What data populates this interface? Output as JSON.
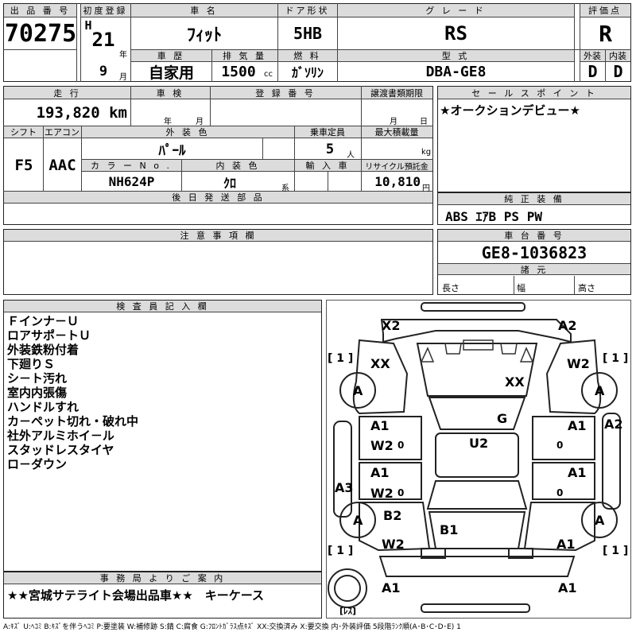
{
  "header_labels": {
    "lot_no": "出 品 番 号",
    "first_reg": "初度登録",
    "car_name": "車 名",
    "door": "ドア形状",
    "grade": "グ レ ー ド",
    "score": "評価点",
    "history": "車 歴",
    "displacement": "排 気 量",
    "fuel": "燃 料",
    "model": "型 式",
    "exterior": "外装",
    "interior": "内装"
  },
  "lot_no": "70275",
  "era_letter": "H",
  "first_reg_year": "21",
  "year_unit": "年",
  "first_reg_month": "9",
  "month_unit": "月",
  "car_name": "ﾌｨｯﾄ",
  "door_type": "5HB",
  "grade": "RS",
  "score": "R",
  "history": "自家用",
  "displacement": "1500",
  "displacement_unit": "cc",
  "fuel": "ｶﾞｿﾘﾝ",
  "model_code": "DBA-GE8",
  "exterior_grade": "D",
  "interior_grade": "D",
  "row2_labels": {
    "mileage": "走 行",
    "inspection": "車 検",
    "reg_no": "登 録 番 号",
    "transfer": "譲渡書類期限",
    "sales_point": "セ ー ル ス ポ イ ン ト"
  },
  "mileage": "193,820",
  "mileage_unit": "km",
  "inspection_year_unit": "年",
  "inspection_month_unit": "月",
  "transfer_month_unit": "月",
  "transfer_day_unit": "日",
  "sales_point": "★オークションデビュー★",
  "row3_labels": {
    "shift": "シフト",
    "aircon": "エアコン",
    "ext_color": "外 装 色",
    "capacity": "乗車定員",
    "load": "最大積載量",
    "color_no": "カ ラ ー N o .",
    "int_color": "内 装 色",
    "import": "輸 入 車",
    "recycle": "リサイクル預託金"
  },
  "shift": "F5",
  "aircon": "AAC",
  "ext_color": "ﾊﾟｰﾙ",
  "capacity": "5",
  "capacity_unit": "人",
  "load_unit": "kg",
  "color_no": "NH624P",
  "int_color": "ｸﾛ",
  "int_color_unit": "系",
  "recycle_fee": "10,810",
  "recycle_unit": "円",
  "later_parts_label": "後 日 発 送 部 品",
  "equipment_label": "純 正 装 備",
  "equipment": "ABS ｴｱB PS PW",
  "caution_label": "注 意 事 項 欄",
  "chassis_label": "車 台 番 号",
  "chassis_no": "GE8-1036823",
  "specs_label": "諸 元",
  "spec_length": "長さ",
  "spec_width": "幅",
  "spec_height": "高さ",
  "inspector_label": "検 査 員 記 入 欄",
  "inspector_notes": [
    "Ｆインナ－Ｕ",
    "ロアサポ－トＵ",
    "外装鉄粉付着",
    "下廻りＳ",
    "シ－ト汚れ",
    "室内内張傷",
    "ハンドルすれ",
    "カ－ペット切れ・破れ中",
    "社外アルミホイ－ル",
    "スタッドレスタイヤ",
    "ロ－ダウン"
  ],
  "office_label": "事 務 局 よ り ご 案 内",
  "office_note": "★★宮城サテライト会場出品車★★　キーケース",
  "spare_label": "[ﾚｽ]",
  "diagram": {
    "bracket_fl": "[ 1 ]",
    "bracket_fr": "[ 1 ]",
    "bracket_rl": "[ 1 ]",
    "bracket_rr": "[ 1 ]",
    "x2": "X2",
    "a2_front": "A2",
    "xx_left": "XX",
    "w2_right": "W2",
    "xx_hood": "XX",
    "wheel": "A",
    "g": "G",
    "a1": "A1",
    "w2": "W2",
    "zero": "0",
    "u2": "U2",
    "a2_side": "A2",
    "a3": "A3",
    "b2": "B2",
    "b1": "B1"
  },
  "footer_legend": "A:ｷｽﾞ U:ﾍｺﾐ B:ｷｽﾞを伴うﾍｺﾐ P:要塗装 W:補修跡 S:錆 C:腐食 G:ﾌﾛﾝﾄｶﾞﾗｽ点ｷｽﾞ XX:交換済み X:要交換 内･外装評価 5段階ﾗﾝｸ順(A･B･C･D･E) 1"
}
